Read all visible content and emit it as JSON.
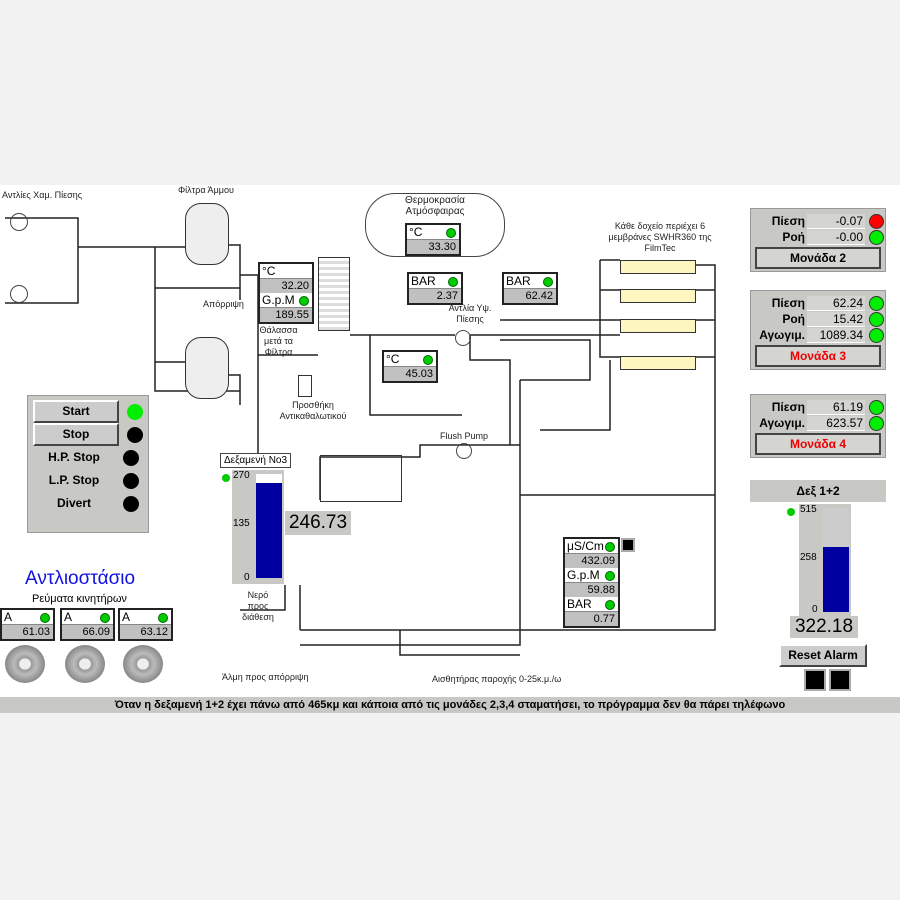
{
  "labels": {
    "low_pumps": "Αντλίες Χαμ. Πίεσης",
    "sand_filters": "Φίλτρα Άμμου",
    "drain": "Απόρριψη",
    "sea_after": "Θάλασσα μετά τα Φίλτρα",
    "antiscalant": "Προσθήκη Αντικαθαλωτικού",
    "atm_temp": "Θερμοκρασία Ατμόσφαιρας",
    "hp_pump": "Αντλία Υψ. Πίεσης",
    "membranes": "Κάθε δοχείο περιέχει 6 μεμβράνες SWHR360 της FilmTec",
    "flush_pump": "Flush Pump",
    "water_out": "Νερό προς διάθεση",
    "brine": "Άλμη προς απόρριψη",
    "flow_sensor": "Αισθητήρας παροχής 0-25κ.μ./ω"
  },
  "sea_box": {
    "u1": "°C",
    "v1": "32.20",
    "u2": "G.p.M",
    "v2": "189.55"
  },
  "atm_box": {
    "u": "°C",
    "v": "33.30"
  },
  "bar_in": {
    "u": "BAR",
    "v": "2.37"
  },
  "bar_out": {
    "u": "BAR",
    "v": "62.42"
  },
  "hp_temp": {
    "u": "°C",
    "v": "45.03"
  },
  "product_box": {
    "u1": "μS/Cm",
    "v1": "432.09",
    "u2": "G.p.M",
    "v2": "59.88",
    "u3": "BAR",
    "v3": "0.77"
  },
  "units": [
    {
      "name": "Μονάδα 2",
      "name_color": "#000000",
      "rows": [
        {
          "k": "Πίεση",
          "v": "-0.07",
          "led": "#ff0000"
        },
        {
          "k": "Ροή",
          "v": "-0.00",
          "led": "#00ee00"
        }
      ]
    },
    {
      "name": "Μονάδα 3",
      "name_color": "#ee0000",
      "rows": [
        {
          "k": "Πίεση",
          "v": "62.24",
          "led": "#00ee00"
        },
        {
          "k": "Ροή",
          "v": "15.42",
          "led": "#00ee00"
        },
        {
          "k": "Αγωγιμ.",
          "v": "1089.34",
          "led": "#00ee00"
        }
      ]
    },
    {
      "name": "Μονάδα 4",
      "name_color": "#ee0000",
      "rows": [
        {
          "k": "Πίεση",
          "v": "61.19",
          "led": "#00ee00"
        },
        {
          "k": "Αγωγιμ.",
          "v": "623.57",
          "led": "#00ee00"
        }
      ]
    }
  ],
  "controls": [
    {
      "label": "Start",
      "led": "#00ee00",
      "button": true
    },
    {
      "label": "Stop",
      "led": "#000000",
      "button": true
    },
    {
      "label": "H.P. Stop",
      "led": "#000000",
      "button": false
    },
    {
      "label": "L.P. Stop",
      "led": "#000000",
      "button": false
    },
    {
      "label": "Divert",
      "led": "#000000",
      "button": false
    }
  ],
  "pumping": {
    "title": "Αντλιοστάσιο",
    "subtitle": "Ρεύματα κινητήρων",
    "motors": [
      {
        "u": "A",
        "v": "61.03"
      },
      {
        "u": "A",
        "v": "66.09"
      },
      {
        "u": "A",
        "v": "63.12"
      }
    ]
  },
  "tank3": {
    "title": "Δεξαμενή No3",
    "max": 270,
    "mid": "135",
    "min": "0",
    "max_label": "270",
    "value": 246.73,
    "value_text": "246.73"
  },
  "tank12": {
    "title": "Δεξ 1+2",
    "max": 515,
    "mid": "258",
    "min": "0",
    "max_label": "515",
    "value": 322.18,
    "value_text": "322.18"
  },
  "reset_alarm": "Reset Alarm",
  "footer": "Όταν η δεξαμενή 1+2 έχει πάνω από 465κμ και κάποια από τις μονάδες 2,3,4 σταματήσει, το πρόγραμμα δεν θα πάρει τηλέφωνο"
}
